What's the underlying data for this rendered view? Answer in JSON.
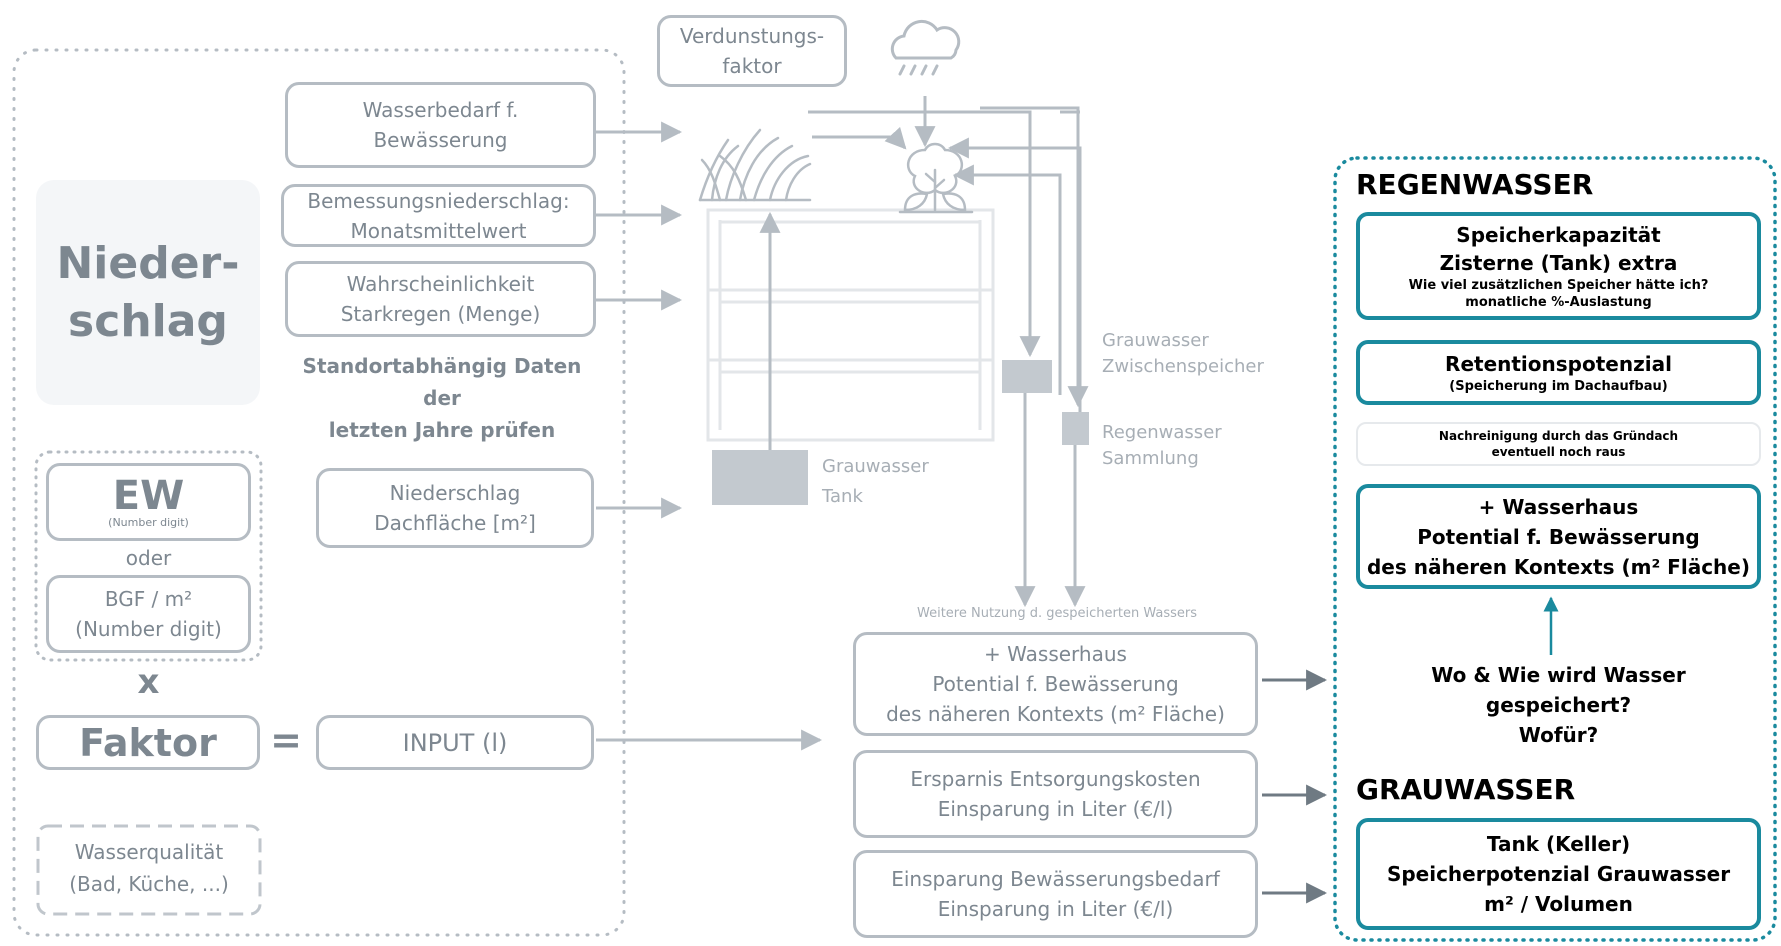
{
  "left_panel": {
    "niederschlag": "Nieder-\nschlag",
    "ew": "EW",
    "ew_sub": "(Number digit)",
    "oder": "oder",
    "bgf": "BGF / m²",
    "bgf_sub": "(Number digit)",
    "x": "x",
    "faktor": "Faktor",
    "equals": "=",
    "input": "INPUT (l)",
    "wasserqualitaet": "Wasserqualität\n(Bad, Küche, ...)"
  },
  "inputs": {
    "wasserbedarf": "Wasserbedarf f.\nBewässerung",
    "bemessung": "Bemessungsniederschlag:\nMonatsmittelwert",
    "starkregen": "Wahrscheinlichkeit\nStarkregen (Menge)",
    "standort_note": "Standortabhängig Daten der\nletzten Jahre prüfen",
    "dachflaeche": "Niederschlag\nDachfläche [m²]",
    "verdunstung": "Verdunstungs-\nfaktor"
  },
  "building_labels": {
    "grauwasser_tank": "Grauwasser\nTank",
    "grauwasser_zwischen": "Grauwasser\nZwischenspeicher",
    "regenwasser_sammlung": "Regenwasser\nSammlung"
  },
  "outputs": {
    "weitere_nutzung": "Weitere Nutzung d. gespeicherten Wassers",
    "wasserhaus": "+ Wasserhaus\nPotential f. Bewässerung\ndes näheren Kontexts (m² Fläche)",
    "ersparnis": "Ersparnis Entsorgungskosten\nEinsparung in Liter (€/l)",
    "einsparung": "Einsparung Bewässerungsbedarf\nEinsparung in Liter (€/l)"
  },
  "right_panel": {
    "regenwasser_title": "REGENWASSER",
    "speicher_title": "Speicherkapazität\nZisterne (Tank) extra",
    "speicher_sub": "Wie viel zusätzlichen Speicher hätte ich?\nmonatliche %-Auslastung",
    "retention_title": "Retentionspotenzial",
    "retention_sub": "(Speicherung im Dachaufbau)",
    "nachreinigung": "Nachreinigung durch das Gründach\neventuell noch raus",
    "wasserhaus": "+ Wasserhaus\nPotential f. Bewässerung\ndes näheren Kontexts (m² Fläche)",
    "question": "Wo & Wie wird Wasser gespeichert?\nWofür?",
    "grauwasser_title": "GRAUWASSER",
    "tank": "Tank (Keller)\nSpeicherpotenzial Grauwasser\nm² / Volumen"
  },
  "icons": [
    "cloud-rain-icon",
    "grass-icon",
    "plant-icon"
  ],
  "colors": {
    "accent": "#1a8a9e",
    "muted": "#b5bcc3",
    "muted_text": "#7d8790",
    "tank_fill": "#c3c9cf"
  }
}
